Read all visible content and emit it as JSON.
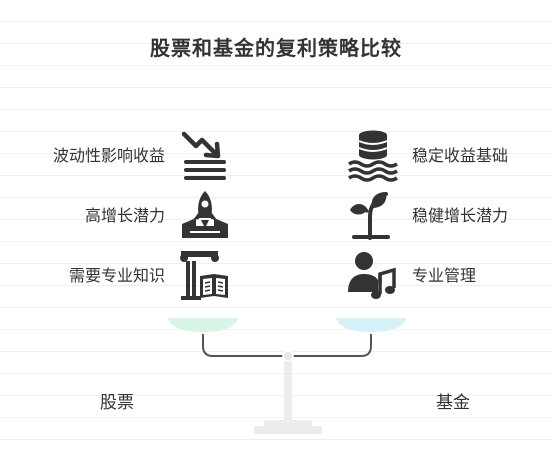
{
  "title": "股票和基金的复利策略比较",
  "left": {
    "name": "股票",
    "items": [
      {
        "label": "波动性影响收益",
        "icon": "trending-down-icon"
      },
      {
        "label": "高增长潜力",
        "icon": "rocket-launch-icon"
      },
      {
        "label": "需要专业知识",
        "icon": "column-book-icon"
      }
    ],
    "pan_color": "#d8f5e6"
  },
  "right": {
    "name": "基金",
    "items": [
      {
        "label": "稳定收益基础",
        "icon": "coin-stack-icon"
      },
      {
        "label": "稳健增长潜力",
        "icon": "sprout-icon"
      },
      {
        "label": "专业管理",
        "icon": "user-music-icon"
      }
    ],
    "pan_color": "#d6f2f8"
  },
  "colors": {
    "icon": "#333333",
    "beam": "#555555",
    "stand": "#e8e8e8"
  }
}
